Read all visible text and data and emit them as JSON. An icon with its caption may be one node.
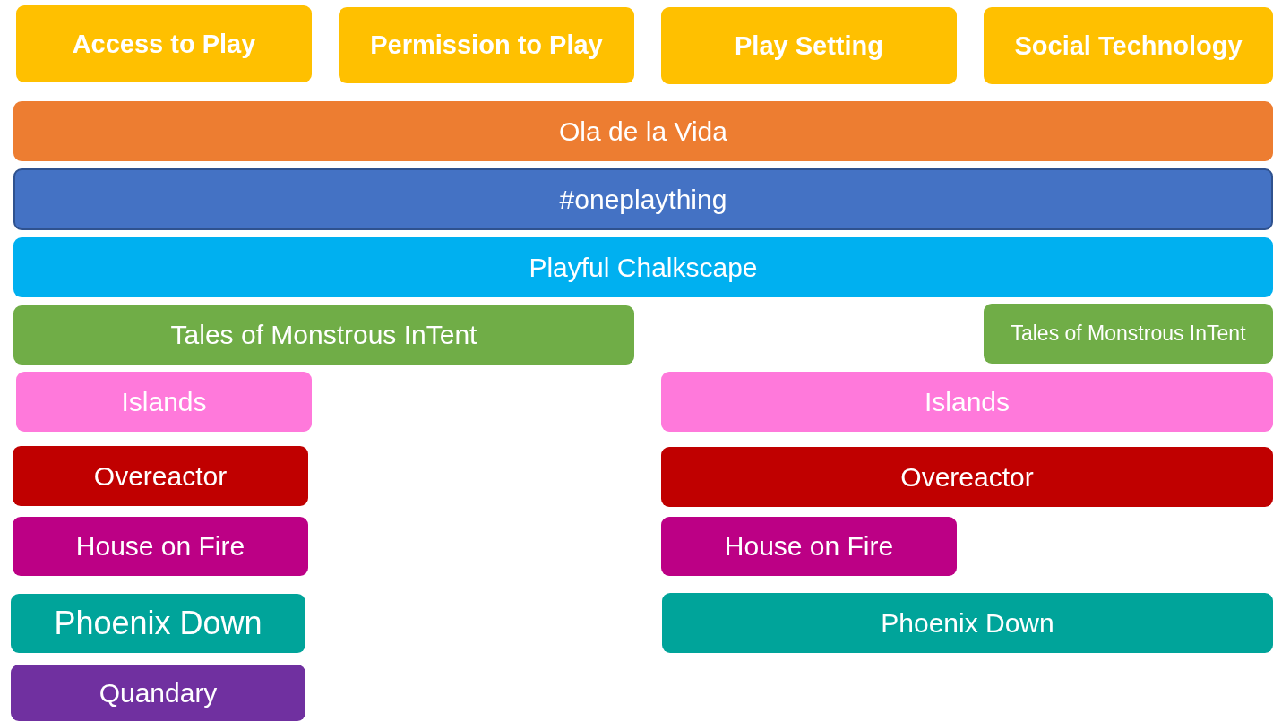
{
  "diagram": {
    "nodes": [
      {
        "text": [
          "Access to Play"
        ]
      },
      {
        "text": [
          "Permission to Play"
        ]
      },
      {
        "text": [
          "Play Setting"
        ]
      },
      {
        "text": [
          "Social Technology"
        ]
      },
      {
        "text": [
          "Ola de la Vida"
        ]
      },
      {
        "text": [
          "#oneplaything"
        ]
      },
      {
        "text": [
          "Playful Chalkscape"
        ]
      },
      {
        "text": [
          "Tales of Monstrous InTent"
        ]
      },
      {
        "text": [
          "Tales of Monstrous InTent"
        ]
      },
      {
        "text": [
          "Islands"
        ]
      },
      {
        "text": [
          "Islands"
        ]
      },
      {
        "text": [
          "Overeactor"
        ]
      },
      {
        "text": [
          "Overeactor"
        ]
      },
      {
        "text": [
          "House on Fire"
        ]
      },
      {
        "text": [
          "House on Fire"
        ]
      },
      {
        "text": [
          "Phoenix Down"
        ]
      },
      {
        "text": [
          "Phoenix Down"
        ]
      },
      {
        "text": [
          "Quandary"
        ]
      }
    ],
    "edges": []
  }
}
